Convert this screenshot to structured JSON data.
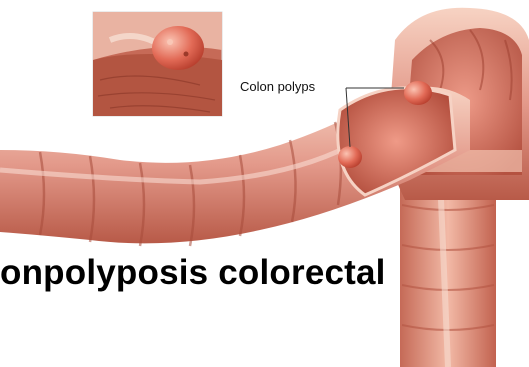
{
  "callout": {
    "label": "Colon polyps"
  },
  "caption": {
    "text": "onpolyposis colorectal"
  },
  "colors": {
    "tissue_light": "#f2c2b0",
    "tissue_mid": "#d9826f",
    "tissue_dark": "#a64b3c",
    "polyp": "#e56b58",
    "background": "#ffffff"
  },
  "icons": [
    "colon-endoscopic-photo",
    "colon-illustration",
    "polyp-marker"
  ]
}
